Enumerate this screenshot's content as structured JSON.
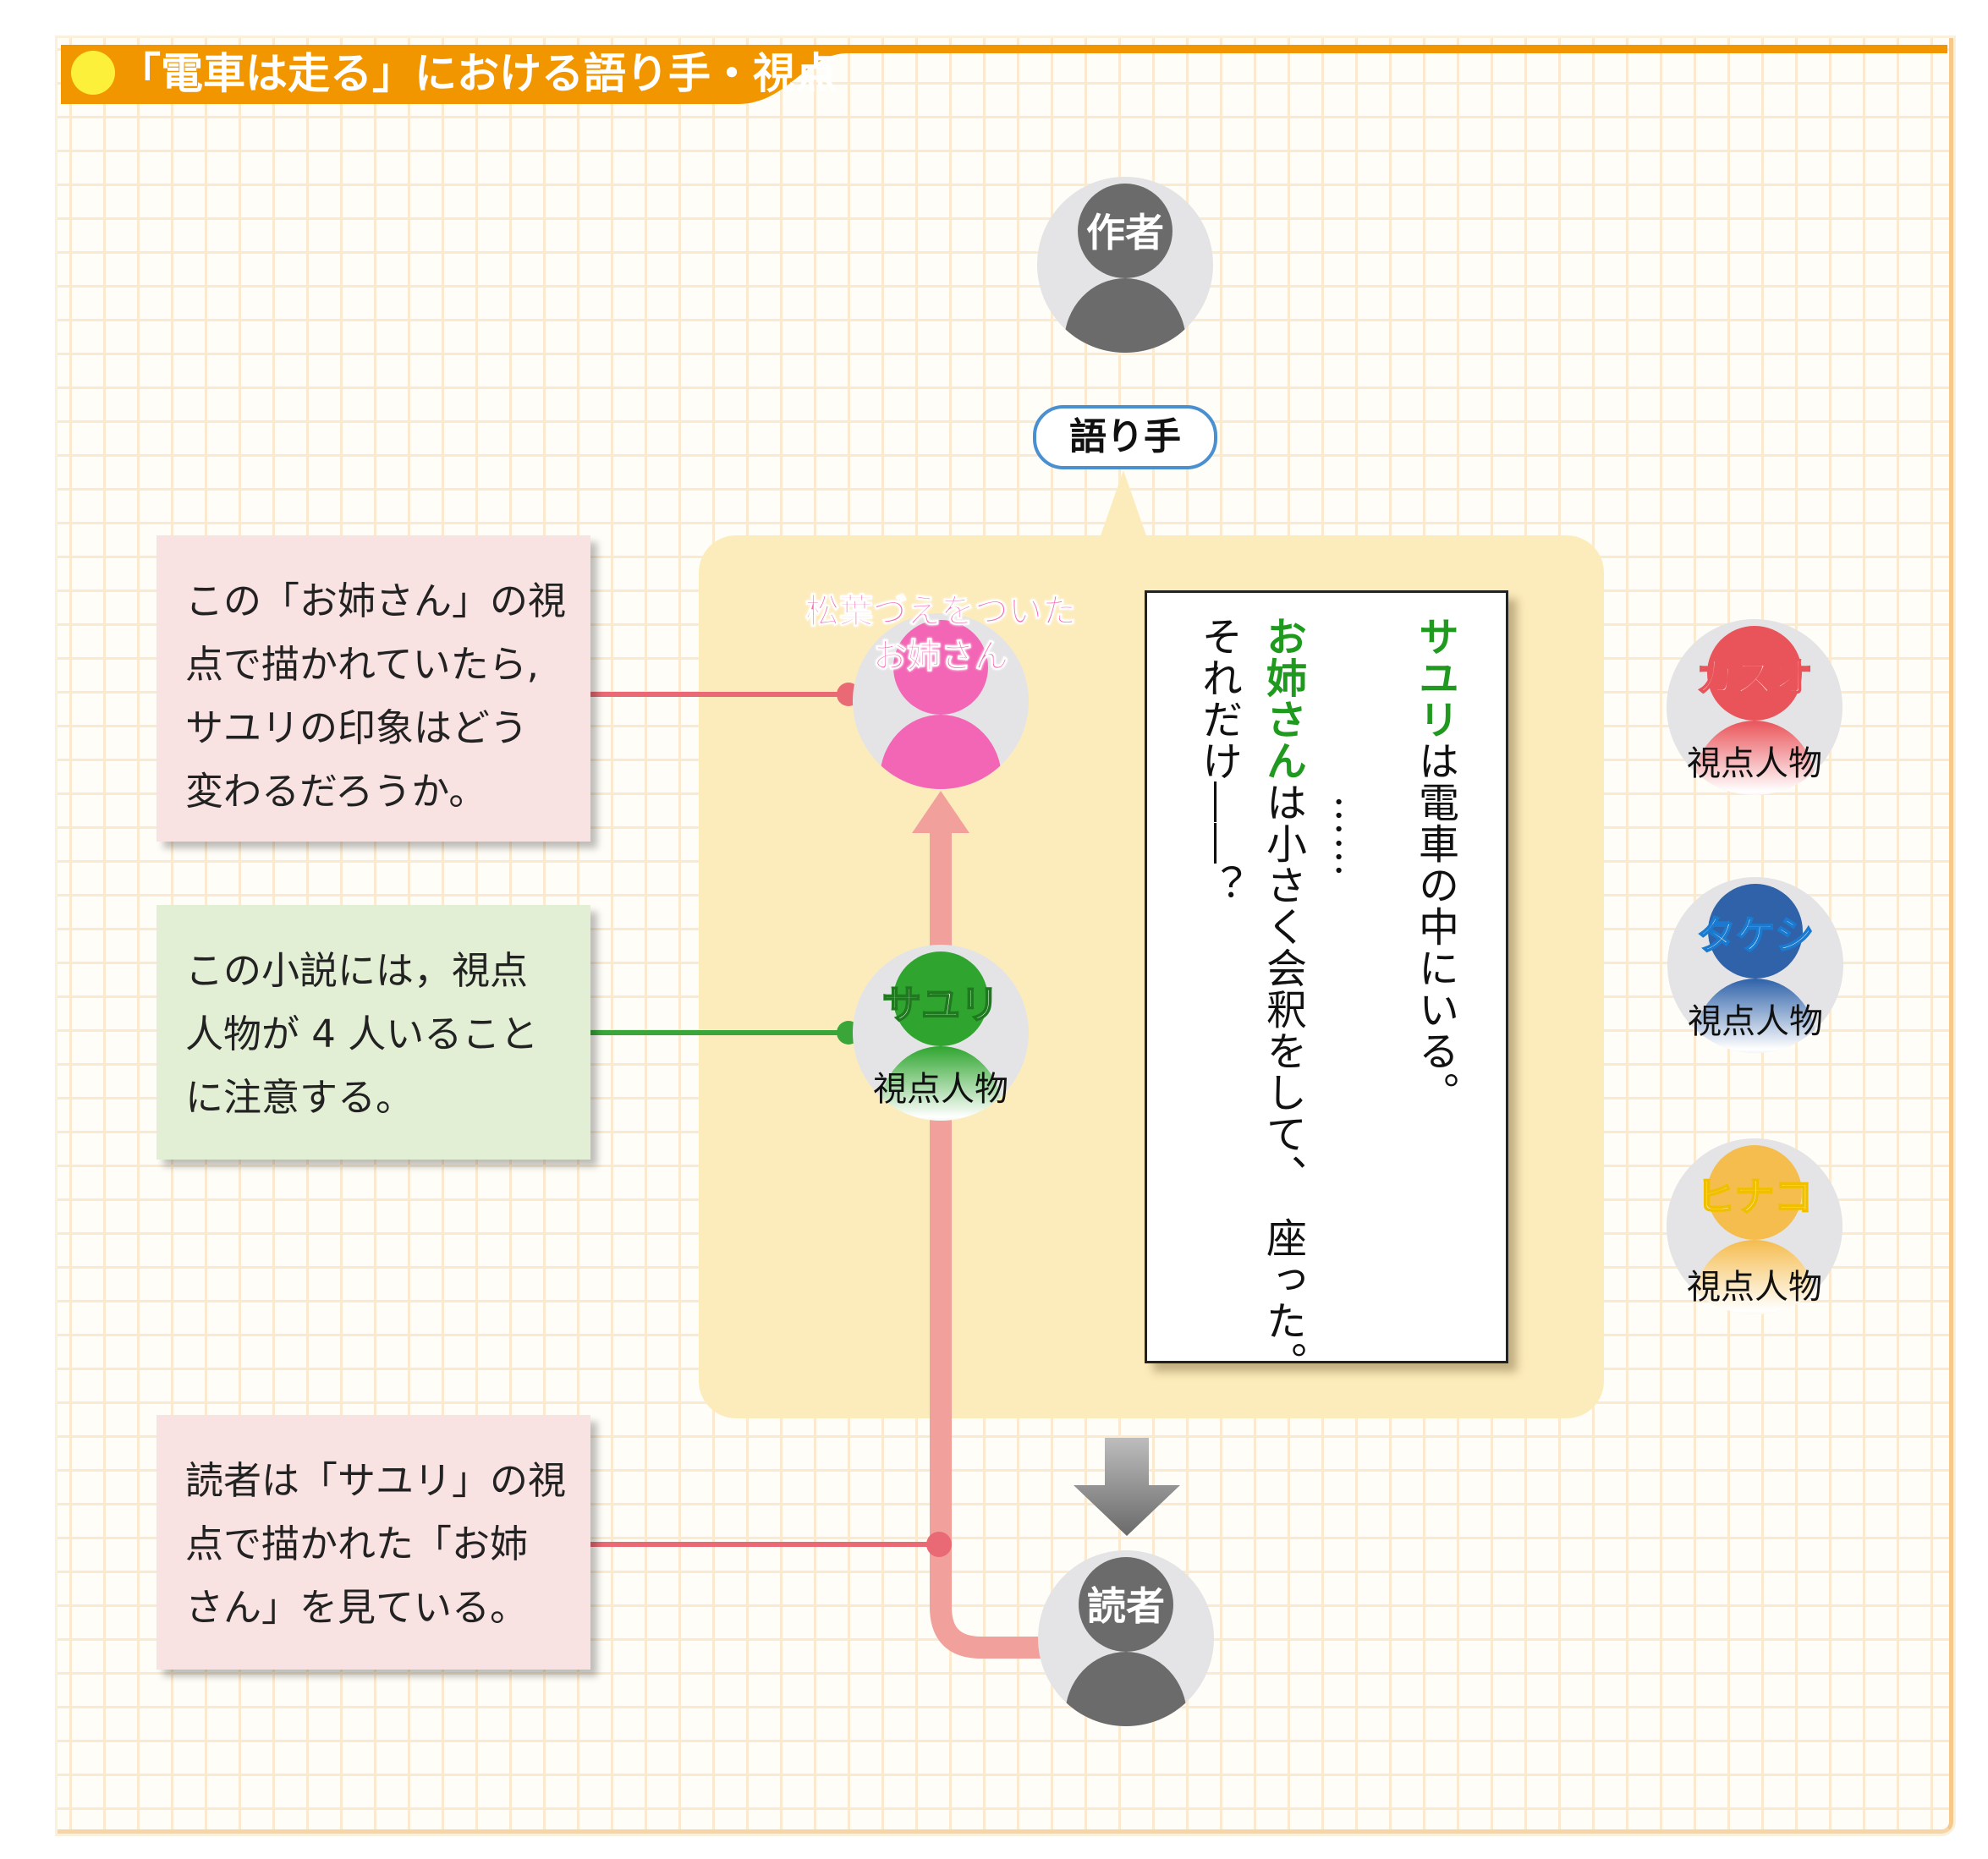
{
  "header": {
    "title": "「電車は走る」における語り手・視点"
  },
  "author": {
    "label": "作者"
  },
  "narrator": {
    "label": "語り手"
  },
  "onee": {
    "label_line1": "松葉づえをついた",
    "label_line2": "お姉さん"
  },
  "sayuri": {
    "name": "サユリ",
    "role": "視点人物"
  },
  "reader": {
    "label": "読者"
  },
  "characters": [
    {
      "name": "カズオ",
      "role": "視点人物",
      "color": "#e9545a"
    },
    {
      "name": "タケシ",
      "role": "視点人物",
      "color": "#2f62a9"
    },
    {
      "name": "ヒナコ",
      "role": "視点人物",
      "color": "#f5bc4e"
    }
  ],
  "story": {
    "col1_highlight": "サユリ",
    "col1_rest": "は電車の中にいる。",
    "ellipsis": "……",
    "col2_highlight": "お姉さん",
    "col2_rest": "は小さく会釈をして、　座った。",
    "col3": "それだけ――？"
  },
  "notes": [
    {
      "line1": "この「お姉さん」の視",
      "line2": "点で描かれていたら,",
      "line3": "サユリの印象はどう",
      "line4": "変わるだろうか。"
    },
    {
      "line1": "この小説には，視点",
      "line2": "人物が 4 人いること",
      "line3": "に注意する。"
    },
    {
      "line1": "読者は「サユリ」の視",
      "line2": "点で描かれた「お姉",
      "line3": "さん」を見ている。"
    }
  ],
  "colors": {
    "header": "#f29600",
    "author": "#6b6b6b",
    "onee": "#f266b5",
    "sayuri": "#2fa52f",
    "line_pink": "#f2a09c",
    "line_red": "#e96a74",
    "line_green": "#3aa63a"
  }
}
